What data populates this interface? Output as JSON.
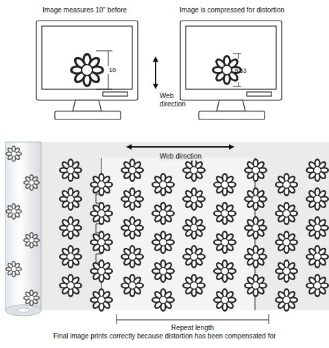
{
  "diagram": {
    "caption": "Final image prints correctly because distortion has been compensated for",
    "labels": [
      "Image measures 10\" before",
      "Image is compressed for distortion",
      "10",
      "9.63",
      "Web direction",
      "Web direction",
      "Repeat length"
    ]
  }
}
